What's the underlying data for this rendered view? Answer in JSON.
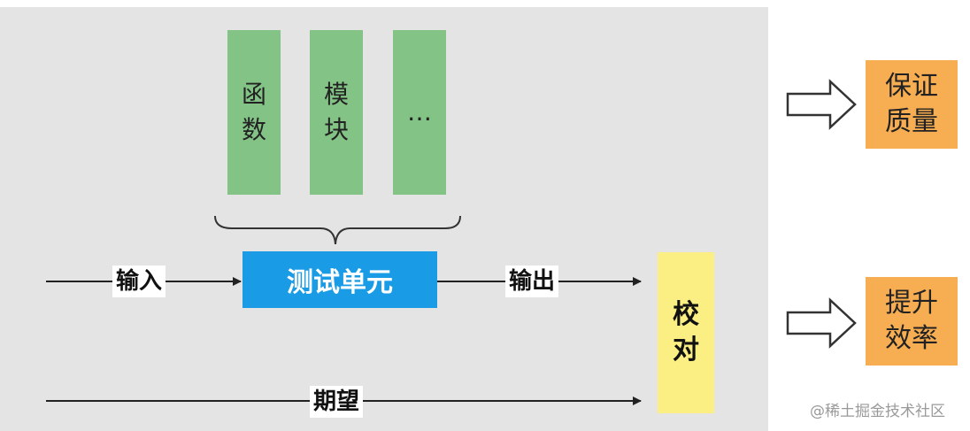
{
  "blocks": {
    "function_label": "函数",
    "module_label": "模块",
    "more_label": "…"
  },
  "flow": {
    "input_label": "输入",
    "unit_label": "测试单元",
    "output_label": "输出",
    "expected_label": "期望",
    "check_label": "校对"
  },
  "benefits": {
    "quality_label": "保证质量",
    "efficiency_label": "提升效率"
  },
  "watermark": "@稀土掘金技术社区",
  "colors": {
    "panel": "#e4e4e4",
    "green": "#83c486",
    "blue": "#1a9be6",
    "yellow": "#fbef83",
    "orange": "#f7ad52"
  }
}
